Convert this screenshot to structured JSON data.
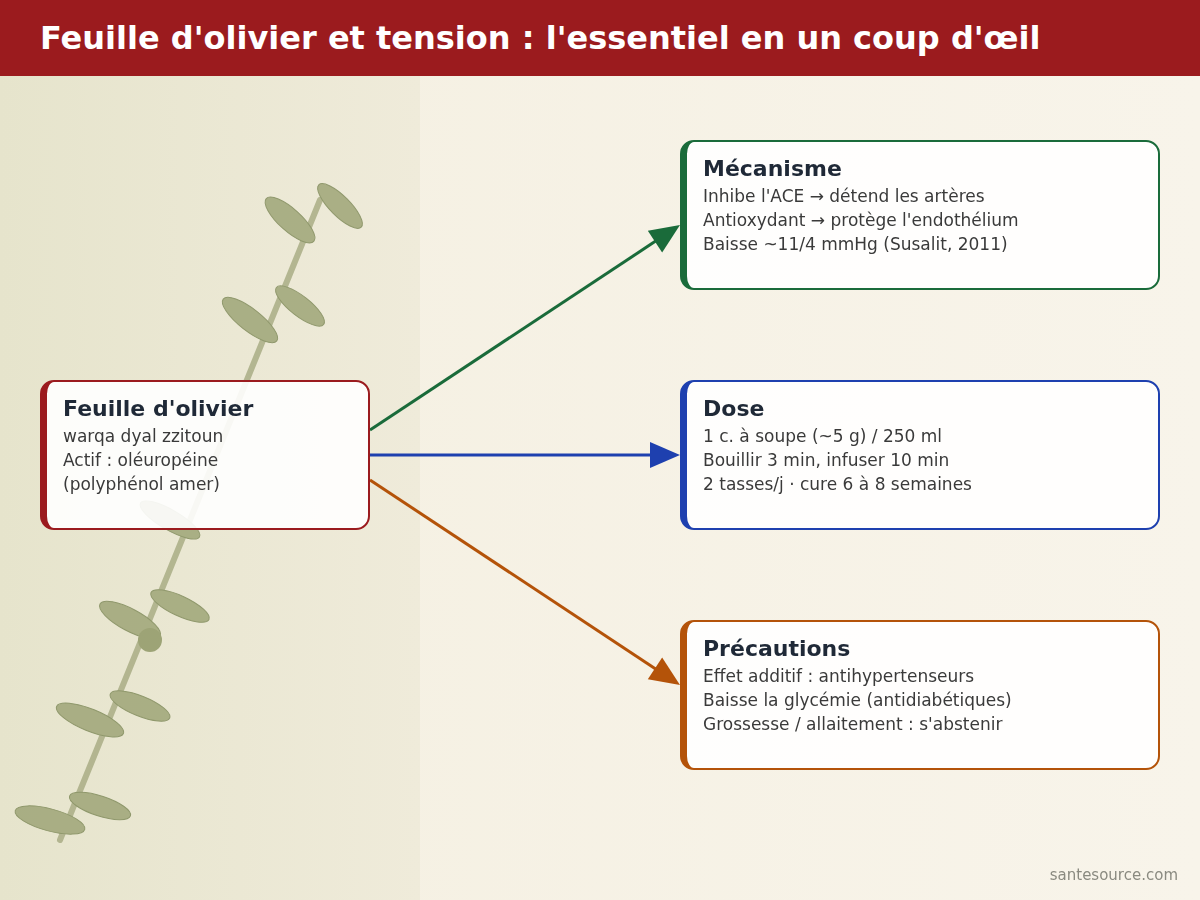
{
  "diagram": {
    "title": "Feuille d'olivier et tension : l'essentiel en un coup d'œil",
    "nodes": [
      {
        "text": [
          "Feuille d'olivier",
          "warqa dyal zzitoun",
          "Actif : oléuropéine",
          "(polyphénol amer)"
        ]
      },
      {
        "text": [
          "Mécanisme",
          "Inhibe l'ACE → détend les artères",
          "Antioxydant → protège l'endothélium",
          "Baisse ~11/4 mmHg (Susalit, 2011)"
        ]
      },
      {
        "text": [
          "Dose",
          "1 c. à soupe (~5 g) / 250 ml",
          "Bouillir 3 min, infuser 10 min",
          "2 tasses/j · cure 6 à 8 semaines"
        ]
      },
      {
        "text": [
          "Précautions",
          "Effet additif : antihypertenseurs",
          "Baisse la glycémie (antidiabétiques)",
          "Grossesse / allaitement : s'abstenir"
        ]
      }
    ],
    "edges": [
      {
        "from": 0,
        "to": 1,
        "arrow": "to"
      },
      {
        "from": 0,
        "to": 2,
        "arrow": "to"
      },
      {
        "from": 0,
        "to": 3,
        "arrow": "to"
      }
    ],
    "labels": [
      "santesource.com"
    ]
  }
}
